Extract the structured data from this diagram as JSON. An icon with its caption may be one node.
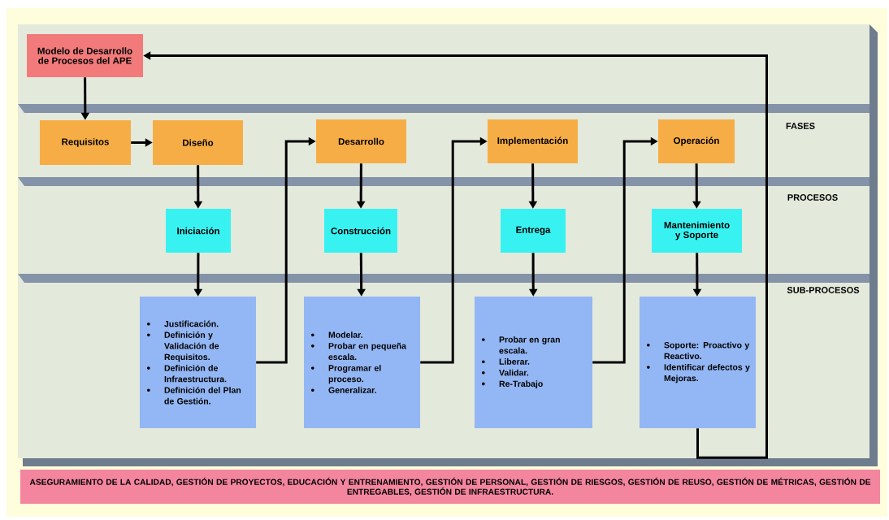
{
  "diagram": {
    "nodes": [
      {
        "text": [
          "Modelo de Desarrollo de Procesos del APE"
        ]
      },
      {
        "text": [
          "Requisitos"
        ]
      },
      {
        "text": [
          "Diseño"
        ]
      },
      {
        "text": [
          "Desarrollo"
        ]
      },
      {
        "text": [
          "Implementación"
        ]
      },
      {
        "text": [
          "Operación"
        ]
      },
      {
        "text": [
          "Iniciación"
        ]
      },
      {
        "text": [
          "Construcción"
        ]
      },
      {
        "text": [
          "Entrega"
        ]
      },
      {
        "text": [
          "Mantenimiento y Soporte"
        ]
      },
      {
        "text": [
          "Justificación.",
          "Definición y Validación de Requisitos.",
          "Definición de Infraestructura.",
          "Definición del Plan de Gestión."
        ]
      },
      {
        "text": [
          "Modelar.",
          "Probar en pequeña escala.",
          "Programar el proceso.",
          "Generalizar."
        ]
      },
      {
        "text": [
          "Probar en gran escala.",
          "Liberar.",
          "Validar.",
          "Re-Trabajo"
        ]
      },
      {
        "text": [
          "Soporte: Proactivo y Reactivo.",
          "Identificar defectos y Mejoras."
        ]
      },
      {
        "text": [
          "ASEGURAMIENTO DE LA CALIDAD, GESTIÓN DE PROYECTOS, EDUCACIÓN Y ENTRENAMIENTO, GESTIÓN DE PERSONAL, GESTIÓN DE RIESGOS, GESTIÓN DE REUSO, GESTIÓN DE MÉTRICAS, GESTIÓN DE ENTREGABLES, GESTIÓN DE INFRAESTRUCTURA."
        ]
      }
    ],
    "edges": [
      {
        "from": 0,
        "to": 1,
        "arrow": "to"
      },
      {
        "from": 1,
        "to": 2,
        "arrow": "to"
      },
      {
        "from": 2,
        "to": 6,
        "arrow": "to"
      },
      {
        "from": 6,
        "to": 10,
        "arrow": "to"
      },
      {
        "from": 10,
        "to": 3,
        "arrow": "to"
      },
      {
        "from": 3,
        "to": 7,
        "arrow": "to"
      },
      {
        "from": 7,
        "to": 11,
        "arrow": "to"
      },
      {
        "from": 11,
        "to": 4,
        "arrow": "to"
      },
      {
        "from": 4,
        "to": 8,
        "arrow": "to"
      },
      {
        "from": 8,
        "to": 12,
        "arrow": "to"
      },
      {
        "from": 12,
        "to": 5,
        "arrow": "to"
      },
      {
        "from": 5,
        "to": 9,
        "arrow": "to"
      },
      {
        "from": 9,
        "to": 13,
        "arrow": "to"
      },
      {
        "from": 13,
        "to": 0,
        "arrow": "to"
      }
    ],
    "labels": [
      "FASES",
      "PROCESOS",
      "SUB-PROCESOS"
    ]
  }
}
